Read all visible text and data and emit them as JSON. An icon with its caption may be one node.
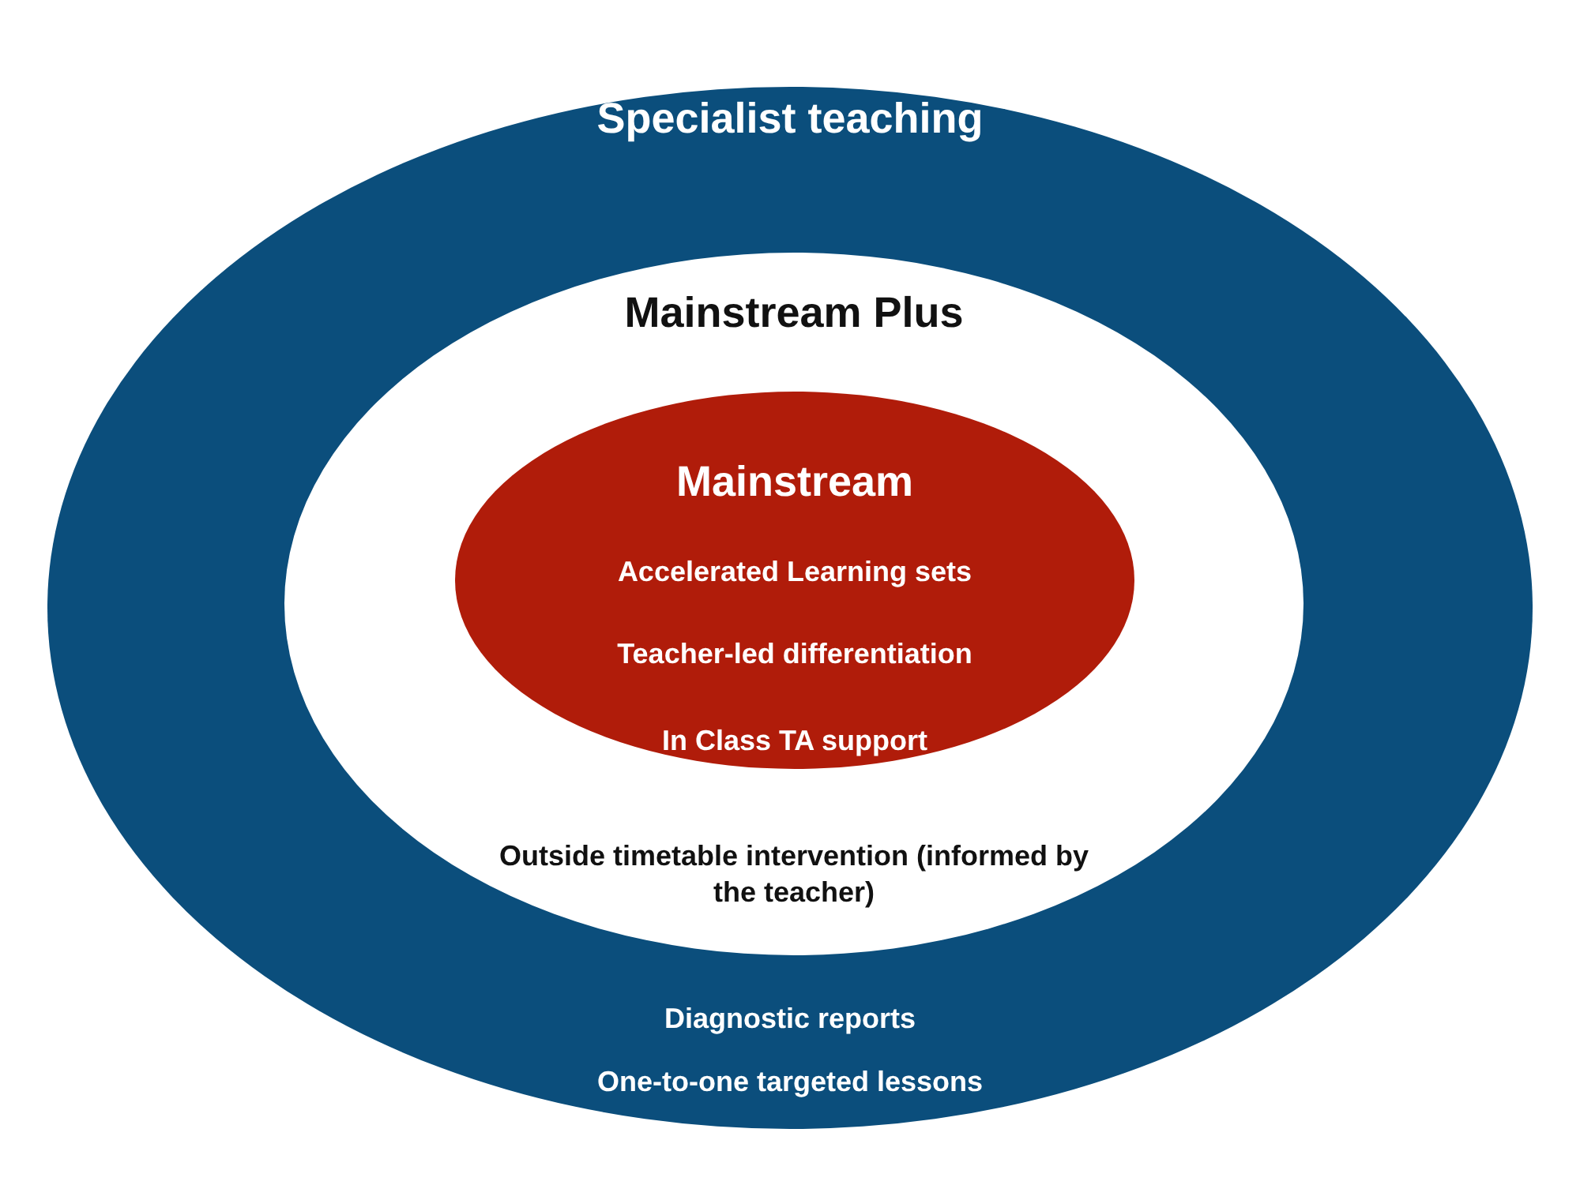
{
  "diagram": {
    "nodes": [
      {
        "text": [
          "Specialist teaching",
          "Diagnostic reports",
          "One-to-one targeted lessons"
        ]
      },
      {
        "text": [
          "Mainstream Plus",
          "Outside timetable intervention (informed by the teacher)"
        ],
        "in": 0
      },
      {
        "text": [
          "Mainstream",
          "Accelerated Learning sets",
          "Teacher-led differentiation",
          "In Class TA support"
        ],
        "in": 1
      }
    ]
  }
}
